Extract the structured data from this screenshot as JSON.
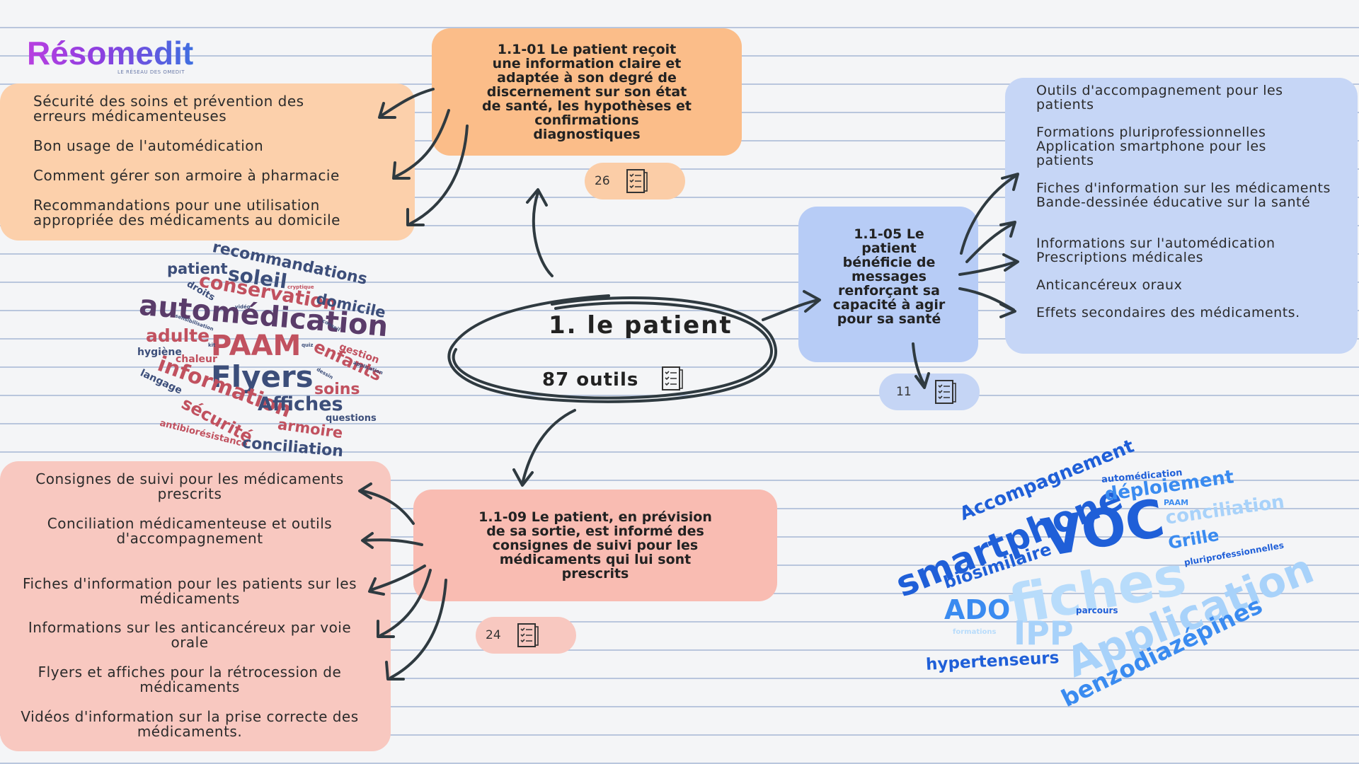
{
  "logo": {
    "name": "Résomedit",
    "tagline": "LE RÉSEAU DES OMEDIT"
  },
  "center": {
    "title": "1. le patient",
    "count": "87 outils"
  },
  "topic_01": {
    "title": "1.1-01 Le patient reçoit une information claire et adaptée à son degré de discernement sur son état de santé, les hypothèses et confirmations diagnostiques",
    "count": "26",
    "items": [
      "Sécurité des soins et prévention des erreurs médicamenteuses",
      "Bon usage de l'automédication",
      "Comment gérer son armoire à pharmacie",
      "Recommandations pour une utilisation appropriée des médicaments au domicile"
    ]
  },
  "topic_05": {
    "title": "1.1-05 Le patient bénéficie de messages renforçant sa capacité à agir pour sa santé",
    "count": "11",
    "items": [
      "Outils d'accompagnement pour les patients",
      "Formations pluriprofessionnelles Application smartphone pour les patients",
      "Fiches d'information sur les médicaments Bande-dessinée éducative sur la santé",
      "Informations sur l'automédication Prescriptions médicales",
      "Anticancéreux oraux",
      "Effets secondaires des médicaments."
    ]
  },
  "topic_09": {
    "title": "1.1-09 Le patient, en prévision de sa sortie, est informé des consignes de suivi pour les médicaments qui lui sont prescrits",
    "count": "24",
    "items": [
      "Consignes de suivi pour les médicaments prescrits",
      "Conciliation médicamenteuse et outils d'accompagnement",
      "Fiches d'information pour les patients sur les médicaments",
      "Informations sur les anticancéreux par voie orale",
      "Flyers et affiches pour la rétrocession de médicaments",
      "Vidéos d'information sur la prise correcte des médicaments."
    ]
  },
  "wordcloud_left": [
    "recommandations",
    "patient",
    "soleil",
    "conservation",
    "domicile",
    "droits",
    "automédication",
    "adulte",
    "PAAM",
    "enfants",
    "gestion",
    "hygiène",
    "chaleur",
    "Flyers",
    "information",
    "langage",
    "soins",
    "Affiches",
    "sécurité",
    "armoire",
    "questions",
    "antibiorésistance",
    "conciliation",
    "cryptique",
    "vidéo",
    "sensibilisation",
    "conseil",
    "kit",
    "quiz",
    "application",
    "dessin"
  ],
  "wordcloud_right": [
    "Accompagnement",
    "automédication",
    "smartphone",
    "déploiement",
    "VOC",
    "PAAM",
    "conciliation",
    "biosimilaire",
    "Grille",
    "pluriprofessionnelles",
    "fiches",
    "ADO",
    "parcours",
    "Application",
    "IPP",
    "hypertenseurs",
    "benzodiazépines",
    "formations"
  ],
  "colors": {
    "orange": "#fbbd89",
    "orange_light": "#fbcda7",
    "blue": "#b9cef7",
    "blue_light": "#c5d5f5",
    "pink": "#f9bcb2",
    "pink_light": "#f8c8c0",
    "arrow": "#2f3a40"
  }
}
